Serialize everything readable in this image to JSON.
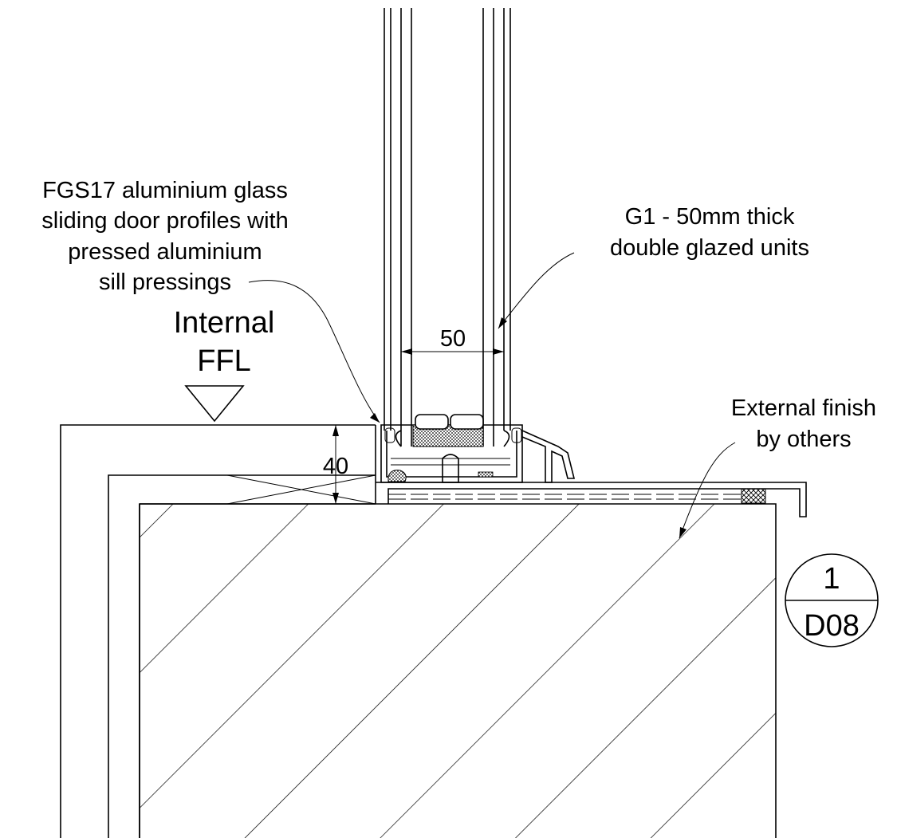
{
  "notes": {
    "profiles": [
      "FGS17 aluminium glass",
      "sliding door profiles with",
      "pressed aluminium",
      "sill pressings"
    ],
    "glazing": [
      "G1 - 50mm thick",
      "double glazed units"
    ],
    "level": [
      "Internal",
      "FFL"
    ],
    "external": [
      "External finish",
      "by others"
    ]
  },
  "dimensions": {
    "glass_width": "50",
    "threshold_height": "40"
  },
  "section_marker": {
    "number": "1",
    "sheet": "D08"
  }
}
